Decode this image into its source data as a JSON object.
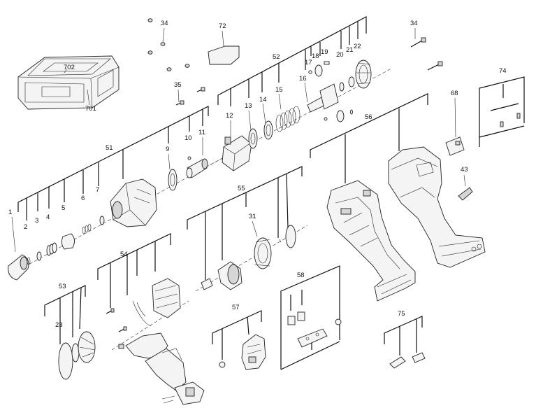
{
  "labels": {
    "p1": "1",
    "p2": "2",
    "p3": "3",
    "p4": "4",
    "p5": "5",
    "p6": "6",
    "p7": "7",
    "p9": "9",
    "p10": "10",
    "p11": "11",
    "p12": "12",
    "p13": "13",
    "p14": "14",
    "p15": "15",
    "p16": "16",
    "p17": "17",
    "p18": "18",
    "p19": "19",
    "p20": "20",
    "p21": "21",
    "p22": "22",
    "p23": "23",
    "p31": "31",
    "p34a": "34",
    "p34b": "34",
    "p35": "35",
    "p43": "43",
    "p51": "51",
    "p52": "52",
    "p53": "53",
    "p54": "54",
    "p55": "55",
    "p56": "56",
    "p57": "57",
    "p58": "58",
    "p68": "68",
    "p72": "72",
    "p74": "74",
    "p75": "75",
    "p701": "701",
    "p702": "702"
  },
  "colors": {
    "line": "#111111",
    "part_fill": "#f4f4f4",
    "shade": "#d6d6d6",
    "accent": "#c0392b"
  }
}
